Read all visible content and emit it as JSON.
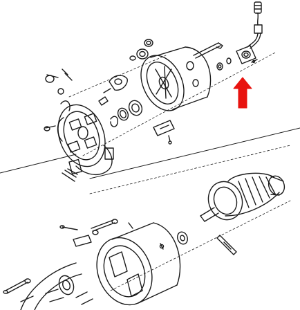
{
  "diagram": {
    "kind": "exploded-parts-drawing",
    "style": "black line art on white",
    "highlight_arrow": {
      "color": "#e8130f",
      "icon": "up-arrow-icon",
      "points_to": "speed-sensor-magnet"
    },
    "parts": [
      "speed-sensor-with-lead",
      "speed-sensor-bolt",
      "sensor-retaining-screw",
      "end-cap-housing",
      "through-bolts",
      "brush-plate-assembly",
      "brush-spring-retainer",
      "brush-terminal-screws",
      "bearing",
      "retaining-ring",
      "wave-washer",
      "sensor-magnet-plate",
      "armature",
      "field-housing",
      "drive-end-shield",
      "field-terminal-bolts",
      "pinion-key"
    ]
  }
}
